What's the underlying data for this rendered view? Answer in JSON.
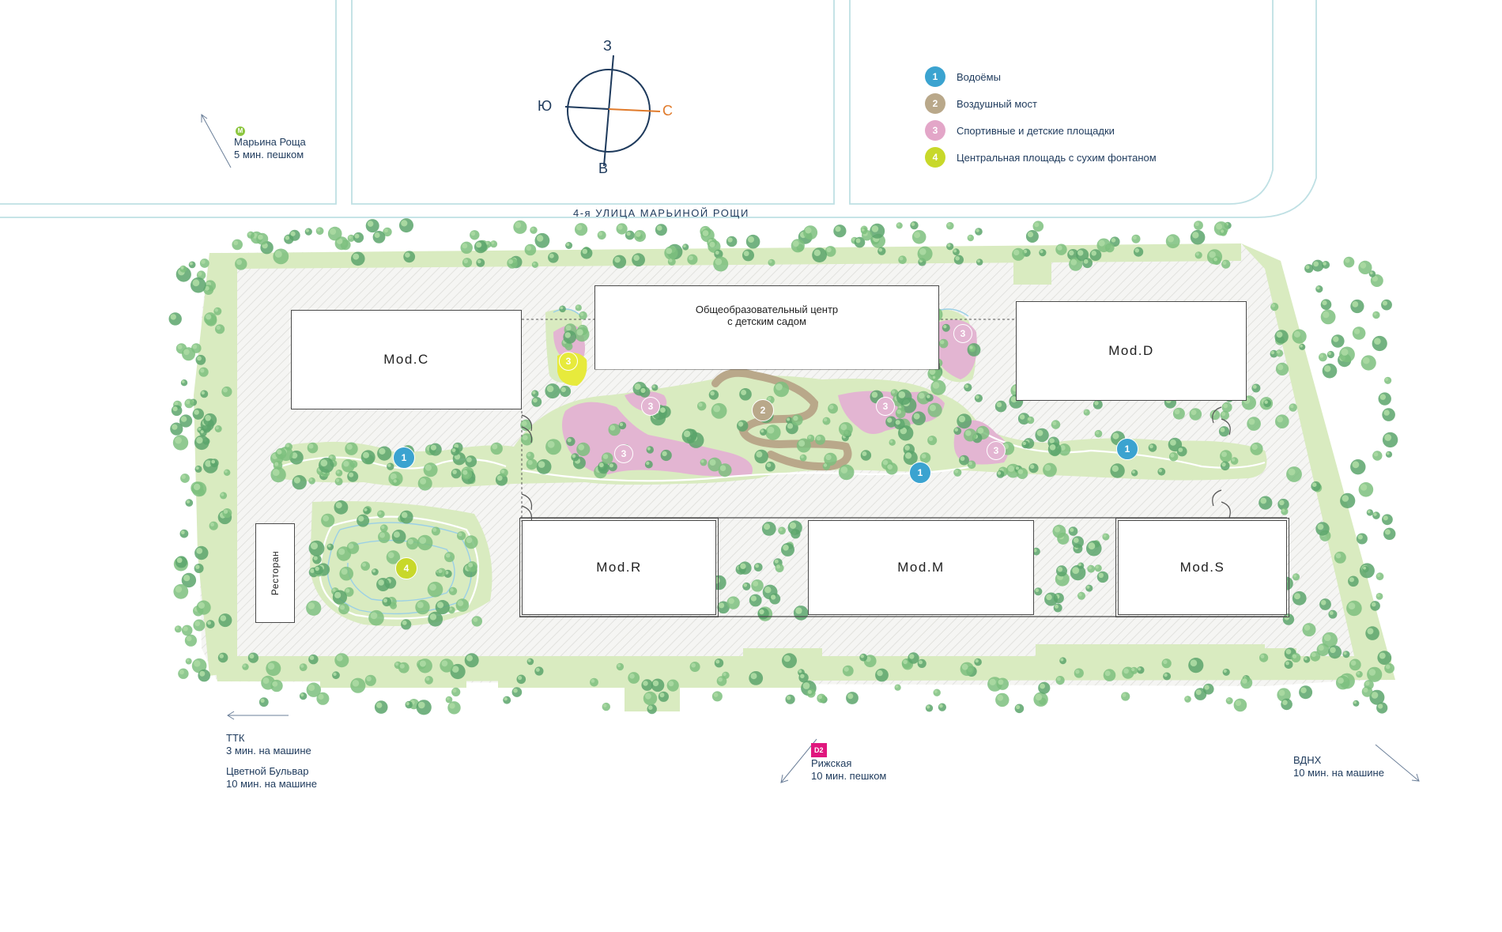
{
  "compass": {
    "north": "З",
    "west": "Ю",
    "east": "С",
    "south": "В"
  },
  "street": "4-я УЛИЦА МАРЬИНОЙ РОЩИ",
  "legend": [
    {
      "num": "1",
      "text": "Водоёмы",
      "color": "#3ba3d0"
    },
    {
      "num": "2",
      "text": "Воздушный мост",
      "color": "#b9a88a"
    },
    {
      "num": "3",
      "text": "Спортивные и детские площадки",
      "color": "#e3a6c8"
    },
    {
      "num": "4",
      "text": "Центральная площадь с сухим фонтаном",
      "color": "#c8d82a"
    }
  ],
  "buildings": {
    "mod_c": "Mod.C",
    "school_line1": "Общеобразовательный центр",
    "school_line2": "с детским садом",
    "mod_d": "Mod.D",
    "mod_r": "Mod.R",
    "mod_m": "Mod.M",
    "mod_s": "Mod.S",
    "restaurant": "Ресторан"
  },
  "markers": {
    "water": "1",
    "bridge": "2",
    "sport": "3",
    "plaza": "4"
  },
  "destinations": {
    "marina_name": "Марьина Роща",
    "marina_time": "5 мин. пешком",
    "metro_badge": "М",
    "ttk_name": "ТТК",
    "ttk_time": "3 мин. на машине",
    "boulevard_name": "Цветной Бульвар",
    "boulevard_time": "10 мин. на машине",
    "riga_badge": "D2",
    "riga_name": "Рижская",
    "riga_time": "10 мин. пешком",
    "vdnh_name": "ВДНХ",
    "vdnh_time": "10 мин. на машине"
  },
  "colors": {
    "green": "#d9ebc0",
    "pink": "#e3b5d2",
    "bridge": "#b9a88a",
    "water": "#3ba3d0",
    "plaza": "#c8d82a",
    "street_line": "#bfe0e4",
    "text": "#1e3a5c",
    "compass_east": "#e07a2a"
  }
}
